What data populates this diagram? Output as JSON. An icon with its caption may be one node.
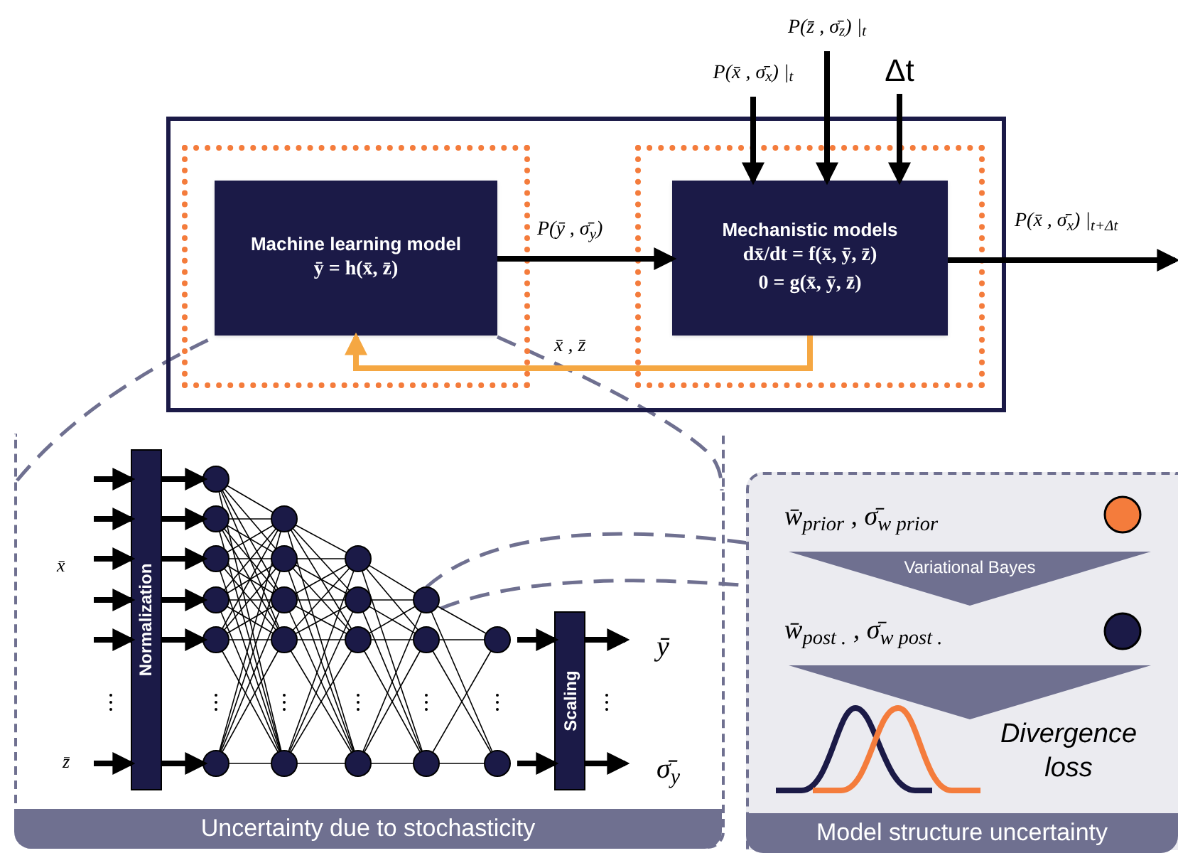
{
  "diagram": {
    "nodes": [
      {
        "text": [],
        "shape": "box"
      },
      {
        "text": [],
        "shape": "box",
        "in": 0
      },
      {
        "text": [
          "Machine learning model",
          "ȳ = h(x̄, z̄)"
        ],
        "in": 1
      },
      {
        "text": [],
        "shape": "box",
        "in": 0
      },
      {
        "text": [
          "Mechanistic models",
          "dx̄/dt = f(x̄, ȳ, z̄)",
          "0 = g(x̄, ȳ, z̄)"
        ],
        "in": 3
      },
      {
        "text": [
          "P(x̄ , σ̄$_{x}$) |$_{t}$"
        ]
      },
      {
        "text": [
          "P(z̄ , σ̄$_{z}$) |$_{t}$"
        ]
      },
      {
        "text": [
          "Δt"
        ]
      },
      {
        "text": [
          "Uncertainty due to stochasticity"
        ]
      },
      {
        "text": [
          "Normalization"
        ],
        "in": 8
      },
      {
        "text": [
          "Scaling"
        ],
        "in": 8
      },
      {
        "text": [
          "Model structure uncertainty"
        ]
      },
      {
        "text": [
          "Variational Bayes"
        ],
        "in": 11
      },
      {
        "text": [],
        "shape": "triangle",
        "in": 11
      }
    ],
    "edges": [
      {
        "from": 5,
        "to": 4,
        "arrow": "to"
      },
      {
        "from": 6,
        "to": 4,
        "arrow": "to"
      },
      {
        "from": 7,
        "to": 4,
        "arrow": "to"
      },
      {
        "from": 2,
        "to": 4,
        "arrow": "to",
        "label": "P(ȳ , σ̄$_{y}$)"
      },
      {
        "from": 4,
        "to": 2,
        "arrow": "to",
        "label": "x̄ , z̄",
        "color": "#f5a742"
      },
      {
        "from": 4,
        "to": null,
        "arrow": "to",
        "label": "P(x̄ , σ̄$_{x}$) |$_{t+Δt}$"
      },
      {
        "from": null,
        "to": 9,
        "arrow": "to"
      },
      {
        "from": null,
        "to": 9,
        "arrow": "to"
      },
      {
        "from": null,
        "to": 9,
        "arrow": "to"
      },
      {
        "from": null,
        "to": 9,
        "arrow": "to"
      },
      {
        "from": null,
        "to": 9,
        "arrow": "to"
      },
      {
        "from": null,
        "to": 9,
        "arrow": "to"
      },
      {
        "from": 9,
        "to": null,
        "arrow": "to"
      },
      {
        "from": 9,
        "to": null,
        "arrow": "to"
      },
      {
        "from": 9,
        "to": null,
        "arrow": "to"
      },
      {
        "from": 9,
        "to": null,
        "arrow": "to"
      },
      {
        "from": 9,
        "to": null,
        "arrow": "to"
      },
      {
        "from": 9,
        "to": null,
        "arrow": "to"
      },
      {
        "from": null,
        "to": 10,
        "arrow": "to"
      },
      {
        "from": null,
        "to": 10,
        "arrow": "to"
      },
      {
        "from": 10,
        "to": null,
        "arrow": "to"
      },
      {
        "from": 10,
        "to": null,
        "arrow": "to"
      }
    ],
    "labels": [
      "x̄",
      "z̄",
      "ȳ",
      "σ̄$_{y}$",
      "w̄$_{prior}$ , σ̄$_{w prior}$",
      "w̄$_{post .}$ , σ̄$_{w post .}$",
      "Divergence loss"
    ]
  }
}
